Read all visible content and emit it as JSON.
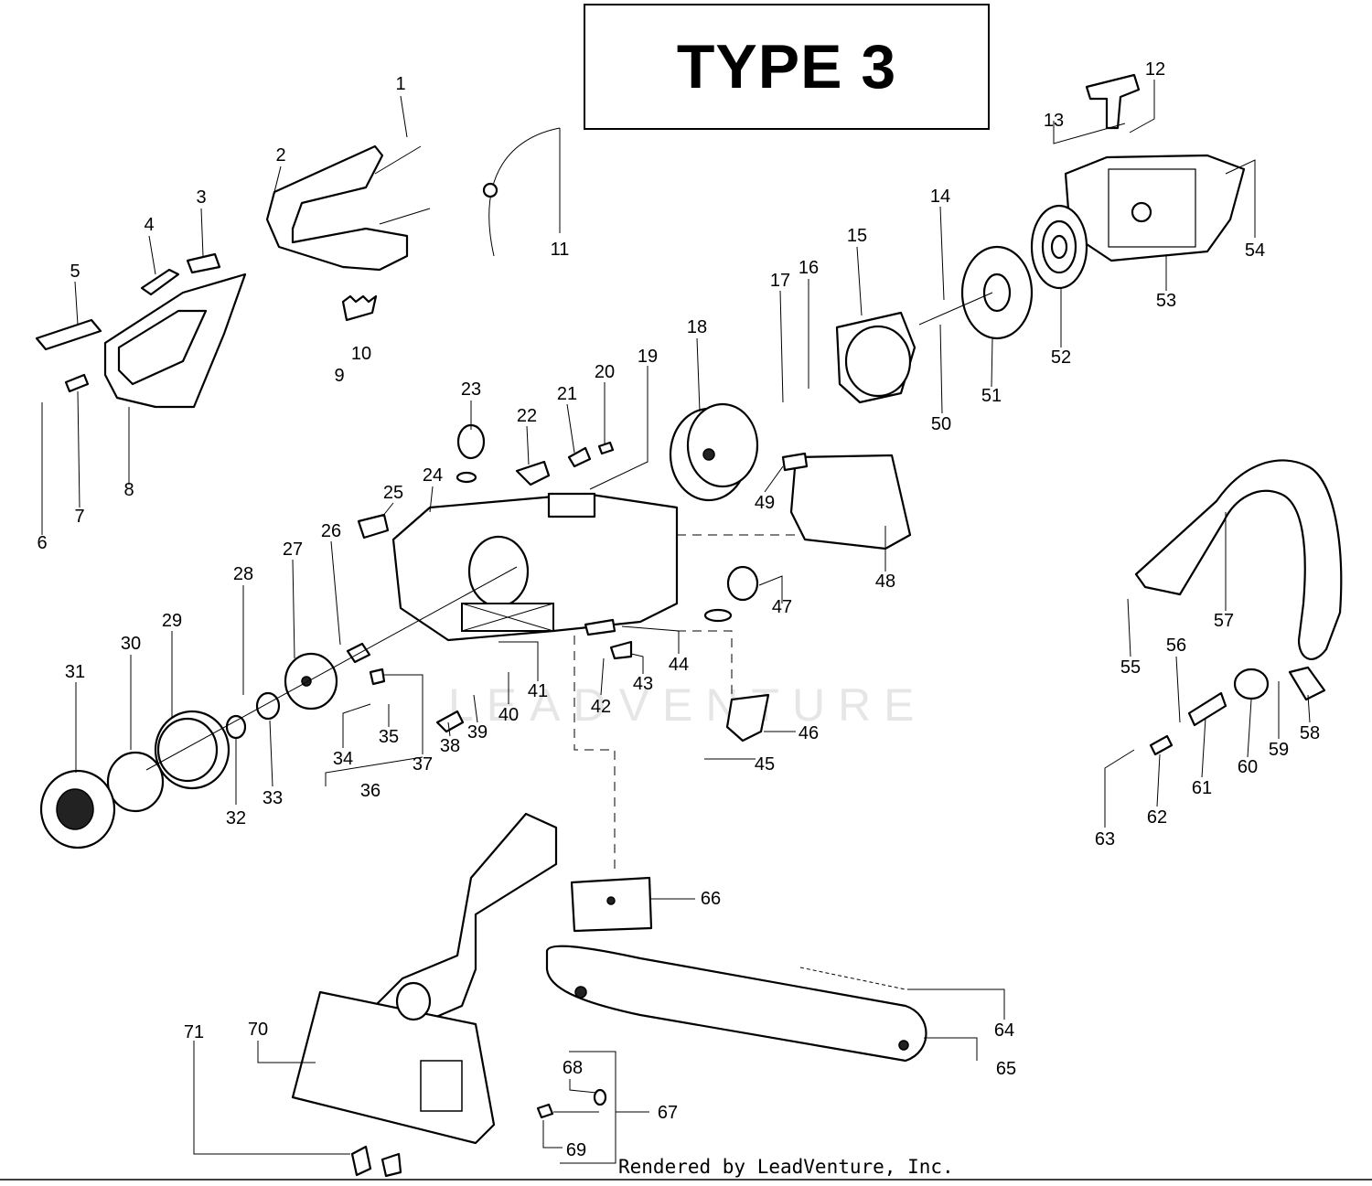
{
  "title": "TYPE 3",
  "footer": "Rendered by LeadVenture, Inc.",
  "watermark": "LEADVENTURE",
  "part_labels": [
    "1",
    "2",
    "3",
    "4",
    "5",
    "6",
    "7",
    "8",
    "9",
    "10",
    "11",
    "12",
    "13",
    "14",
    "15",
    "16",
    "17",
    "18",
    "19",
    "20",
    "21",
    "22",
    "23",
    "24",
    "25",
    "26",
    "27",
    "28",
    "29",
    "30",
    "31",
    "32",
    "33",
    "34",
    "35",
    "36",
    "37",
    "38",
    "39",
    "40",
    "41",
    "42",
    "43",
    "44",
    "45",
    "46",
    "47",
    "48",
    "49",
    "50",
    "51",
    "52",
    "53",
    "54",
    "55",
    "56",
    "57",
    "58",
    "59",
    "60",
    "61",
    "62",
    "63",
    "64",
    "65",
    "66",
    "67",
    "68",
    "69",
    "70",
    "71"
  ]
}
